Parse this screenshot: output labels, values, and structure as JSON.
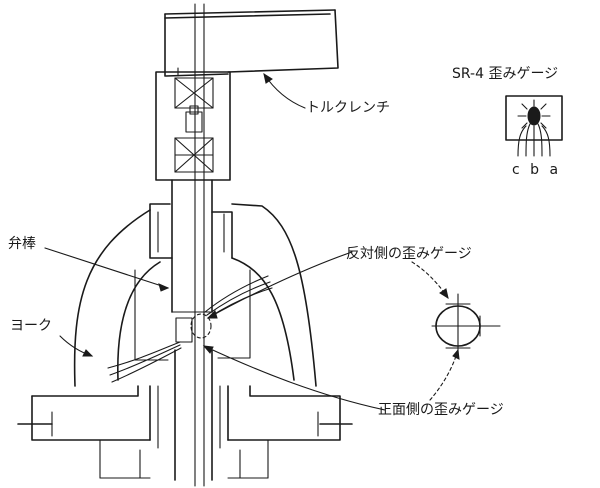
{
  "labels": {
    "torque_wrench": "トルクレンチ",
    "sr4_title": "SR-4 歪みゲージ",
    "gauge_leads": "c b a",
    "valve_stem": "弁棒",
    "yoke": "ヨーク",
    "back_gauge": "反対側の歪みゲージ",
    "front_gauge": "正面側の歪みゲージ"
  },
  "colors": {
    "ink": "#1a1a1a",
    "paper": "#ffffff"
  }
}
